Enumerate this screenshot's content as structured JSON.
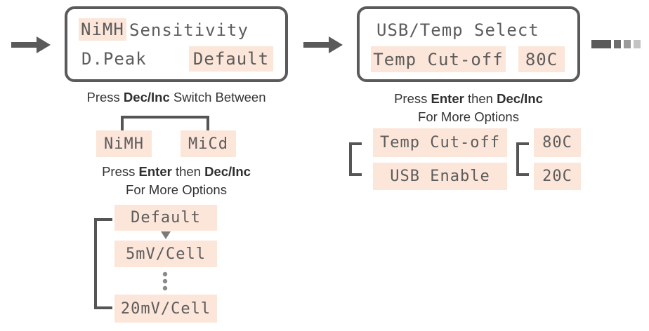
{
  "screen1": {
    "chemistry": "NiMH",
    "title": "Sensitivity",
    "mode": "D.Peak",
    "value": "Default"
  },
  "caption1": {
    "pre": "Press ",
    "bold": "Dec/Inc",
    "post": " Switch Between"
  },
  "chemistries": [
    "NiMH",
    "MiCd"
  ],
  "caption2": {
    "pre": "Press ",
    "bold1": "Enter",
    "mid": " then ",
    "bold2": "Dec/Inc",
    "line2": "For More Options"
  },
  "sensitivity_options": [
    "Default",
    "5mV/Cell",
    "20mV/Cell"
  ],
  "screen2": {
    "title": "USB/Temp Select",
    "item": "Temp Cut-off",
    "value": "80C"
  },
  "caption3": {
    "pre": "Press ",
    "bold1": "Enter",
    "mid": " then ",
    "bold2": "Dec/Inc",
    "line2": "For More Options"
  },
  "usb_temp_options": [
    "Temp Cut-off",
    "USB Enable"
  ],
  "temp_values": [
    "80C",
    "20C"
  ],
  "colors": {
    "highlight": "#fce5d9",
    "frame": "#5a5a5a",
    "text": "#333333"
  }
}
